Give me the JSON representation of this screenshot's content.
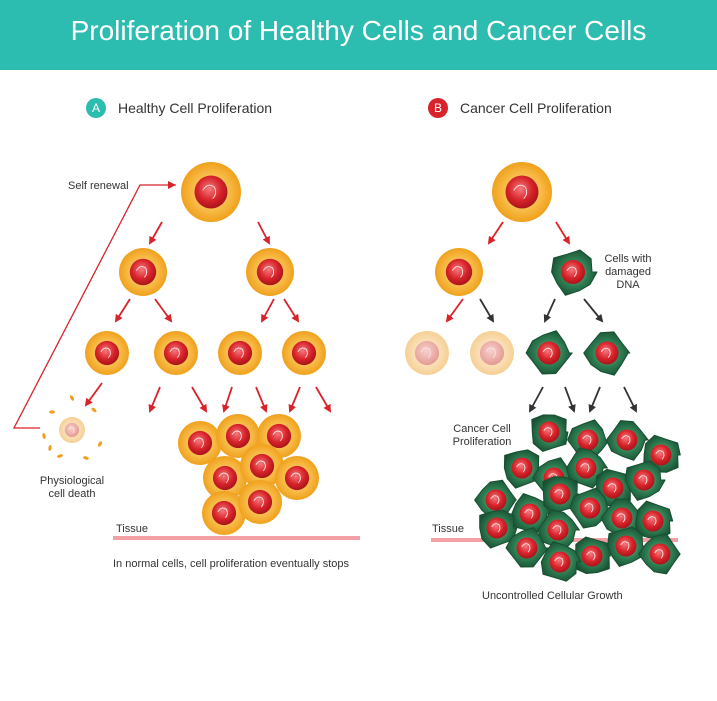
{
  "header": {
    "title": "Proliferation of Healthy Cells and Cancer Cells"
  },
  "sections": [
    {
      "badge": "A",
      "title": "Healthy Cell Proliferation"
    },
    {
      "badge": "B",
      "title": "Cancer Cell Proliferation"
    }
  ],
  "labels": {
    "self_renewal": "Self renewal",
    "physiological_1": "Physiological",
    "physiological_2": "cell death",
    "tissue_left": "Tissue",
    "tissue_right": "Tissue",
    "normal_caption": "In normal cells, cell proliferation eventually stops",
    "damaged_1": "Cells with",
    "damaged_2": "damaged",
    "damaged_3": "DNA",
    "cancer_prolif_1": "Cancer Cell",
    "cancer_prolif_2": "Proliferation",
    "uncontrolled": "Uncontrolled Cellular Growth"
  },
  "colors": {
    "banner": "#2dbcb0",
    "healthy_outer": "#f3a11c",
    "healthy_inner": "#d8232a",
    "cancer_outer": "#1f6b42",
    "arrow_red": "#d8232a",
    "arrow_dark": "#333333",
    "tissue_line": "#f2a0a6"
  }
}
